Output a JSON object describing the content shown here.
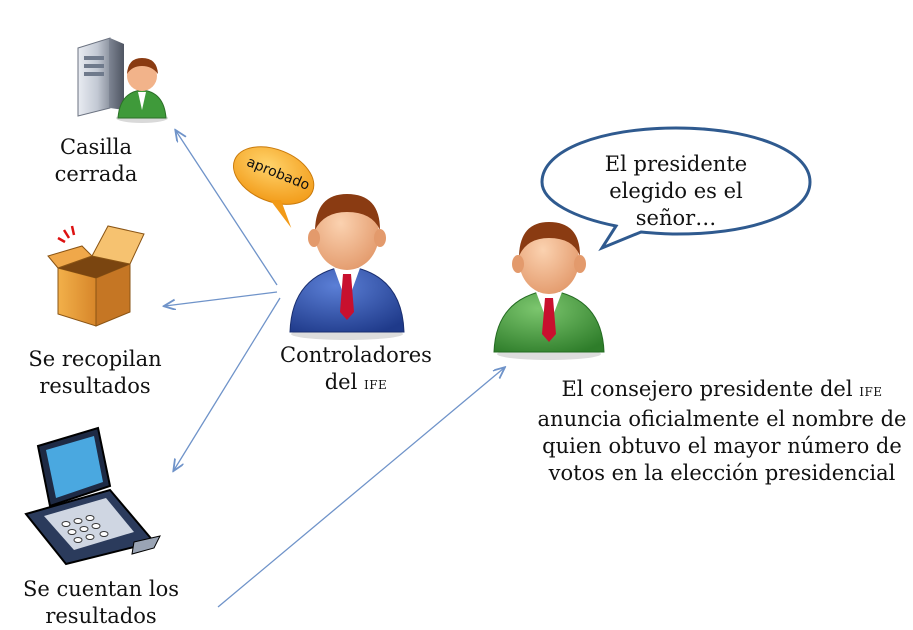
{
  "labels": {
    "casilla_line1": "Casilla",
    "casilla_line2": "cerrada",
    "recopilan_line1": "Se recopilan",
    "recopilan_line2": "resultados",
    "cuentan_line1": "Se cuentan los",
    "cuentan_line2": "resultados",
    "controladores_line1": "Controladores",
    "controladores_line2_pre": "del ",
    "controladores_line2_sc": "IFE",
    "speech_aprobado": "aprobado",
    "speech_presidente_line1": "El presidente",
    "speech_presidente_line2": "elegido es el señor…",
    "consejero_line1_pre": "El consejero presidente del ",
    "consejero_line1_sc": "IFE",
    "consejero_line2": "anuncia oficialmente el nombre de",
    "consejero_line3": "quien obtuvo el mayor número de",
    "consejero_line4": "votos en la elección presidencial"
  },
  "icons": {
    "server": "server-user-icon",
    "box": "open-box-icon",
    "computer": "computer-terminal-icon",
    "controller": "man-blue-suit-icon",
    "president": "man-green-suit-icon"
  },
  "colors": {
    "arrow": "#6f93c9",
    "bubble_border": "#2f5a8f",
    "speech_orange": "#f5a623",
    "blue_suit": "#2d4fa8",
    "green_suit": "#3f9a3a",
    "tie": "#c8102e",
    "box_orange": "#e8a23a"
  }
}
